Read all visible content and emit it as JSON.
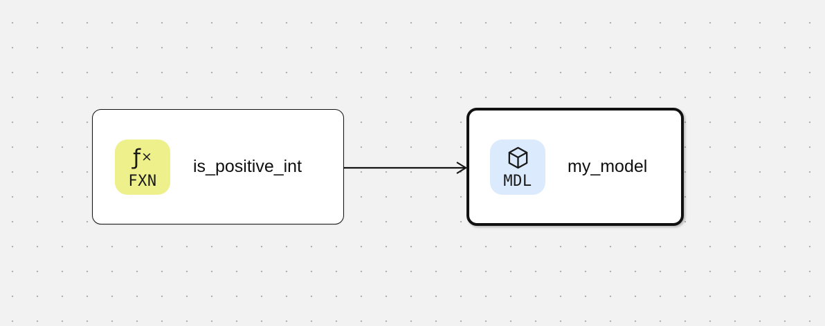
{
  "canvas": {
    "background_color": "#f1f2f1",
    "dot_color": "#ababab"
  },
  "nodes": [
    {
      "label": "is_positive_int",
      "type_badge": "FXN",
      "badge_icon": "function-icon",
      "badge_color": "#eef08b",
      "icon_glyph": {
        "f": "ƒ",
        "x": "×"
      },
      "selected": false
    },
    {
      "label": "my_model",
      "type_badge": "MDL",
      "badge_icon": "cube-icon",
      "badge_color": "#dbeafc",
      "selected": true
    }
  ],
  "edges": [
    {
      "from": "is_positive_int",
      "to": "my_model",
      "color": "#141414"
    }
  ]
}
